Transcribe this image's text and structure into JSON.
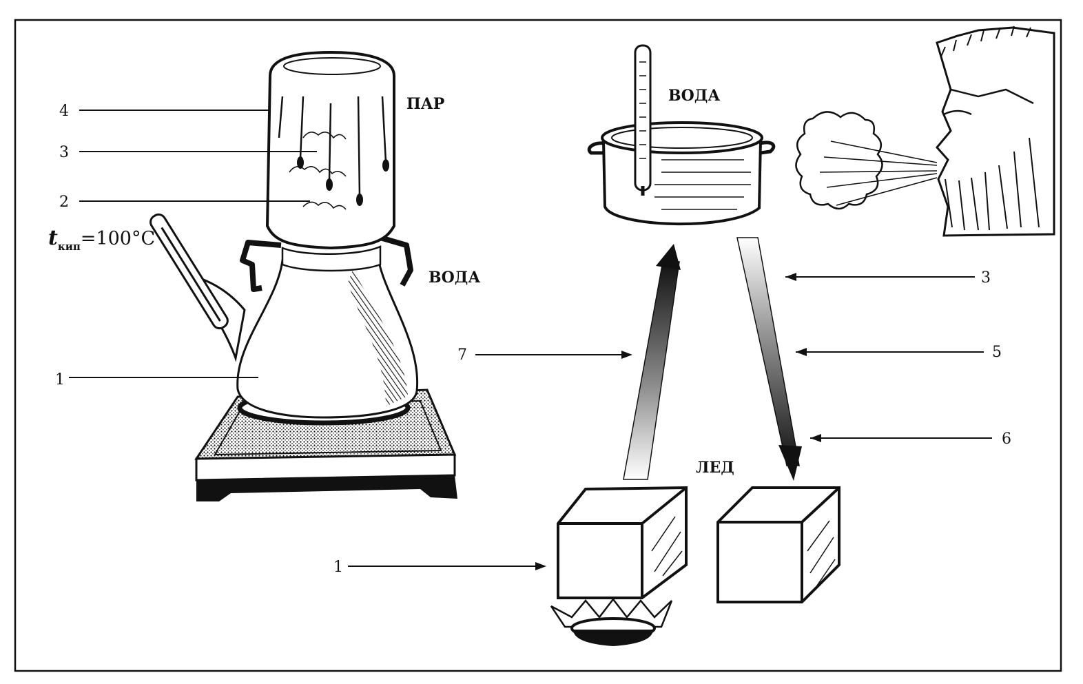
{
  "figure": {
    "left": {
      "steam_label": "ПАР",
      "water_label": "ВОДА",
      "boiling_point": {
        "symbol": "t",
        "subscript": "кип",
        "value": "=100°C"
      },
      "callouts": [
        "4",
        "3",
        "2",
        "1"
      ]
    },
    "right": {
      "water_label": "ВОДА",
      "ice_label": "ЛЕД",
      "callouts": [
        "3",
        "5",
        "6",
        "7",
        "1"
      ]
    }
  },
  "colors": {
    "ink": "#111111",
    "background": "#ffffff"
  }
}
